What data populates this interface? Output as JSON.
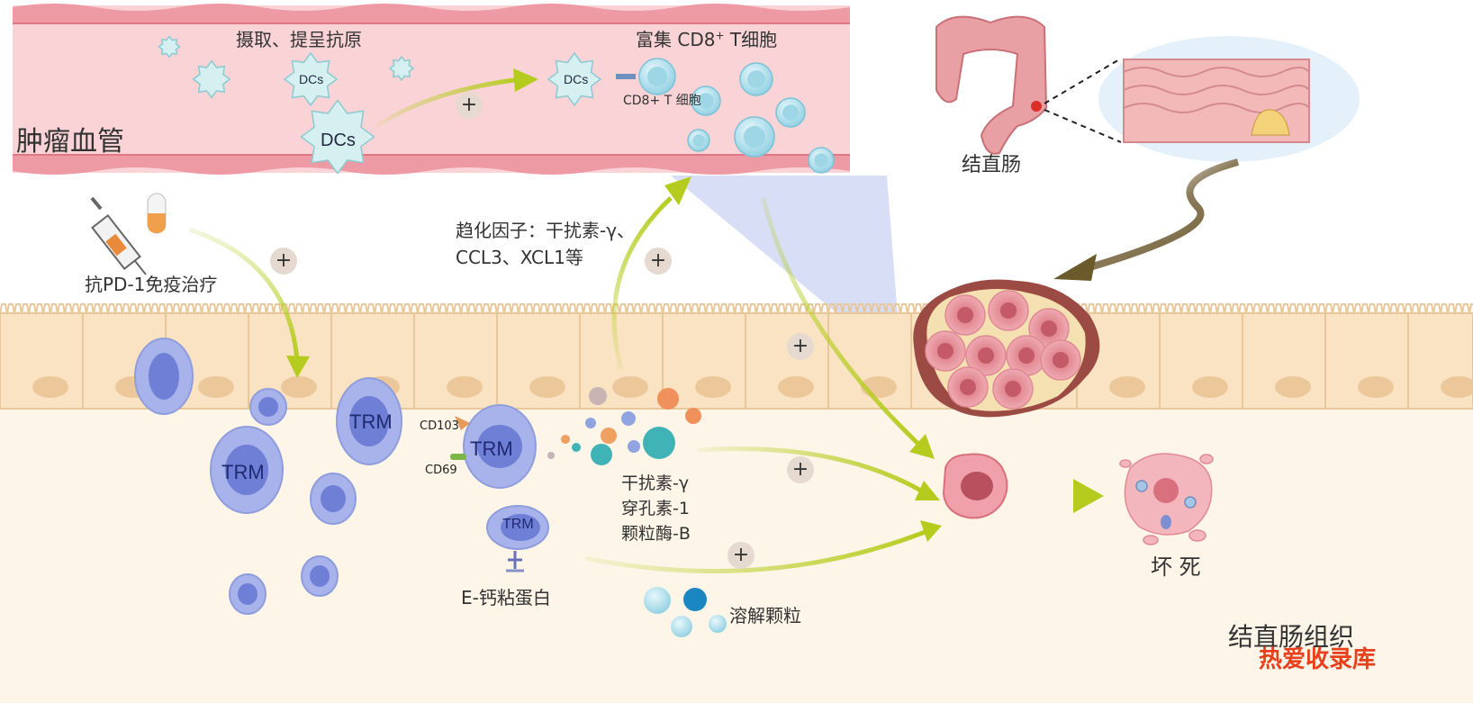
{
  "vessel": {
    "title": "肿瘤血管",
    "uptake_label": "摄取、提呈抗原",
    "enrich_label": "富集 CD8",
    "enrich_sup": "+",
    "enrich_suffix": " T细胞",
    "dc_label": "DCs",
    "cd8_cell_label": "CD8+ T 细胞"
  },
  "colon": {
    "organ_label": "结直肠"
  },
  "therapy": {
    "label": "抗PD-1免疫治疗"
  },
  "chemokines": {
    "line1": "趋化因子：干扰素-γ、",
    "line2": "CCL3、XCL1等"
  },
  "trm": {
    "label": "TRM",
    "cd103": "CD103",
    "cd69": "CD69",
    "ecad": "E-钙粘蛋白"
  },
  "cytokines": {
    "line1": "干扰素-γ",
    "line2": "穿孔素-1",
    "line3": "颗粒酶-B"
  },
  "granules": {
    "label": "溶解颗粒"
  },
  "necrosis": {
    "label": "坏 死"
  },
  "tissue": {
    "label": "结直肠组织"
  },
  "watermark": {
    "label": "热爱收录库"
  },
  "plus_sign": "+",
  "colors": {
    "vessel_bg": "#f9d3d6",
    "vessel_wall": "#e8828e",
    "arrow": "#b5cc1e",
    "epithelium": "#f9e3c2",
    "tissue_bg": "#fdf5e8",
    "trm_cell": "#a7b3ea",
    "trm_nucleus": "#6f7fd6",
    "tumor": "#f0a0aa",
    "watermark": "#e8401c"
  }
}
